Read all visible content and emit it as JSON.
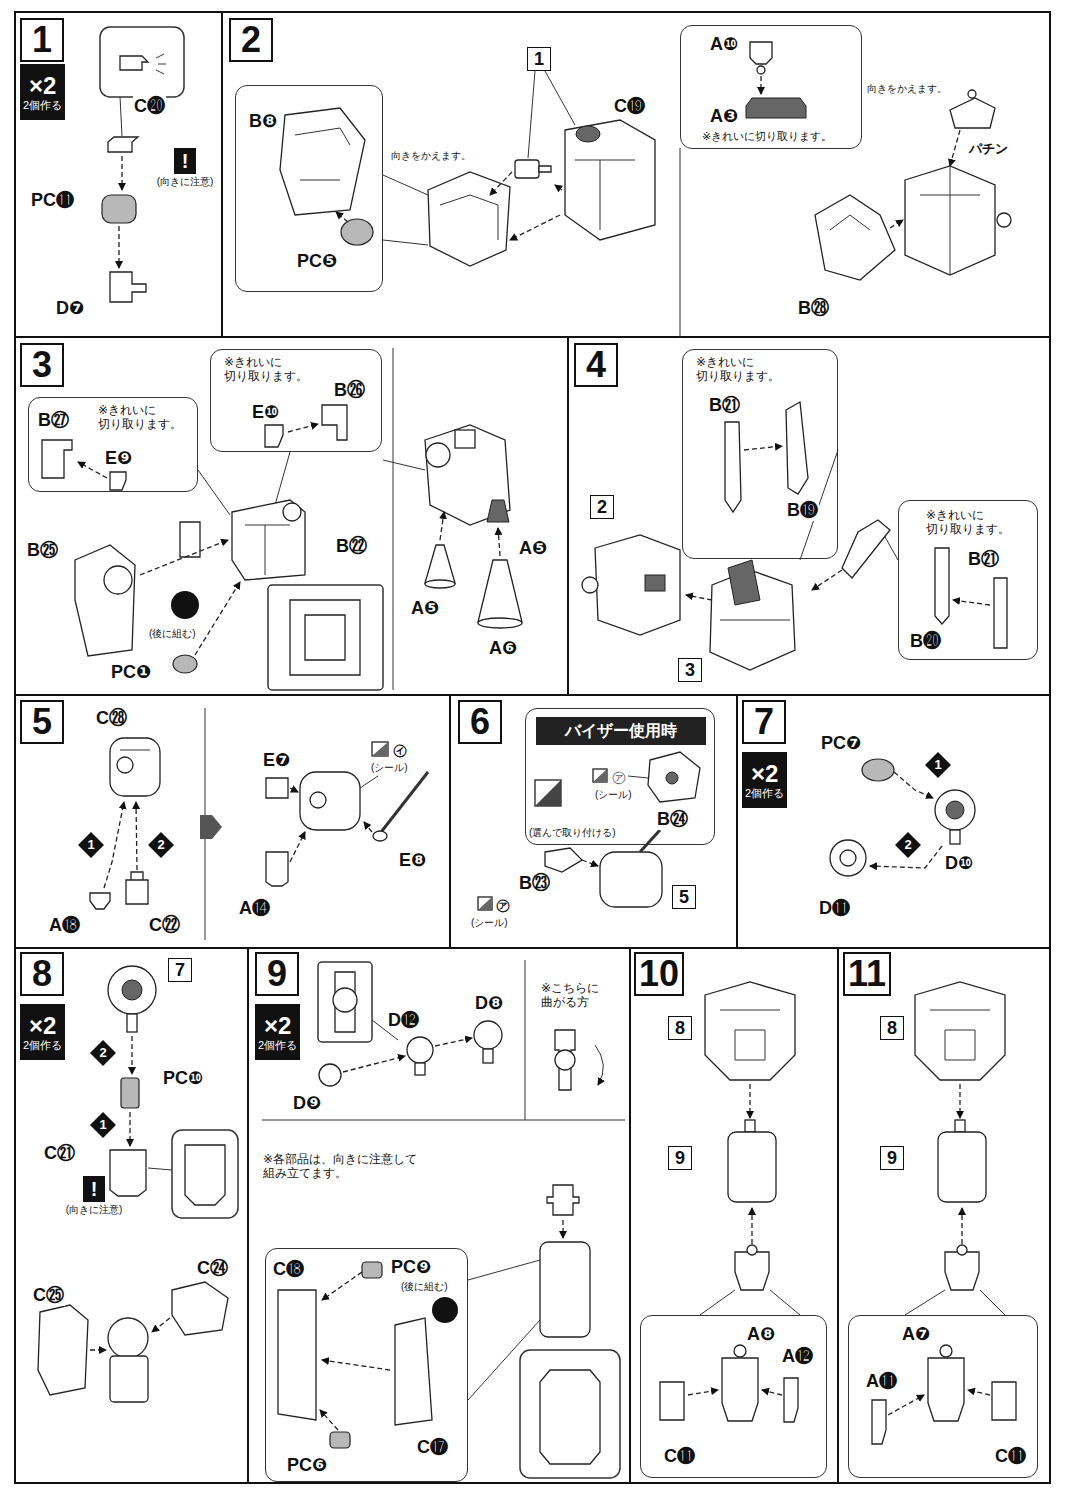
{
  "diagram": {
    "nodes": [
      {
        "text": [
          "1"
        ]
      },
      {
        "text": [
          "×2",
          "2個作る"
        ]
      },
      {
        "text": [
          "!",
          "(向きに注意)"
        ]
      },
      {
        "text": [
          "2"
        ]
      },
      {
        "text": [
          "B❽",
          "PC❺"
        ]
      },
      {
        "text": [
          "1"
        ]
      },
      {
        "text": [
          "A❿",
          "A❸",
          "※きれいに切り取ります。"
        ]
      },
      {
        "text": [
          "3"
        ]
      },
      {
        "text": [
          "※きれいに 切り取ります。",
          "B㉗",
          "E❾"
        ]
      },
      {
        "text": [
          "※きれいに 切り取ります。",
          "B㉖",
          "E❿"
        ]
      },
      {
        "text": [
          "4"
        ]
      },
      {
        "text": [
          "※きれいに 切り取ります。",
          "B㉑",
          "B⓳"
        ]
      },
      {
        "text": [
          "2"
        ]
      },
      {
        "text": [
          "※きれいに 切り取ります。",
          "B㉑",
          "B⓴"
        ]
      },
      {
        "text": [
          "3"
        ]
      },
      {
        "text": [
          "5"
        ]
      },
      {
        "text": [
          "1"
        ]
      },
      {
        "text": [
          "2"
        ]
      },
      {
        "text": [
          "6"
        ]
      },
      {
        "text": [
          "㋐",
          "(シール)",
          "(選んで取り付ける)",
          "B㉔"
        ]
      },
      {
        "text": [
          "バイザー使用時"
        ],
        "in": 19
      },
      {
        "text": [
          "5"
        ]
      },
      {
        "text": [
          "7"
        ]
      },
      {
        "text": [
          "×2",
          "2個作る"
        ]
      },
      {
        "text": [
          "1"
        ]
      },
      {
        "text": [
          "2"
        ]
      },
      {
        "text": [
          "8"
        ]
      },
      {
        "text": [
          "×2",
          "2個作る"
        ]
      },
      {
        "text": [
          "7"
        ]
      },
      {
        "text": [
          "2"
        ]
      },
      {
        "text": [
          "1"
        ]
      },
      {
        "text": [
          "!",
          "(向きに注意)"
        ]
      },
      {
        "text": [
          "9"
        ]
      },
      {
        "text": [
          "×2",
          "2個作る"
        ]
      },
      {
        "text": [
          "C⓲",
          "PC❾",
          "(後に組む)",
          "C⓱",
          "PC❻"
        ]
      },
      {
        "text": [
          "10"
        ]
      },
      {
        "text": [
          "8"
        ]
      },
      {
        "text": [
          "9"
        ]
      },
      {
        "text": [
          "A❽",
          "A⓬",
          "C⓫"
        ]
      },
      {
        "text": [
          "11"
        ]
      },
      {
        "text": [
          "8"
        ]
      },
      {
        "text": [
          "9"
        ]
      },
      {
        "text": [
          "A❼",
          "A⓫",
          "C⓫"
        ]
      }
    ],
    "labels": [
      "C⓴",
      "PC⓫",
      "D❼",
      "C⓳",
      "向きをかえます。",
      "向きをかえます。",
      "パチン",
      "B㉘",
      "B㉕",
      "(後に組む)",
      "PC❶",
      "B㉒",
      "A❺",
      "A❺",
      "A❻",
      "C㉘",
      "A⓲",
      "C㉒",
      "E❼",
      "㋑",
      "(シール)",
      "A⓮",
      "E❽",
      "B㉓",
      "㋐",
      "(シール)",
      "PC❼",
      "D❿",
      "D⓫",
      "PC❿",
      "C㉑",
      "C㉔",
      "C㉕",
      "D⓬",
      "D❽",
      "D❾",
      "※こちらに 曲がる方",
      "※各部品は、向きに注意して 組み立てます。"
    ]
  }
}
